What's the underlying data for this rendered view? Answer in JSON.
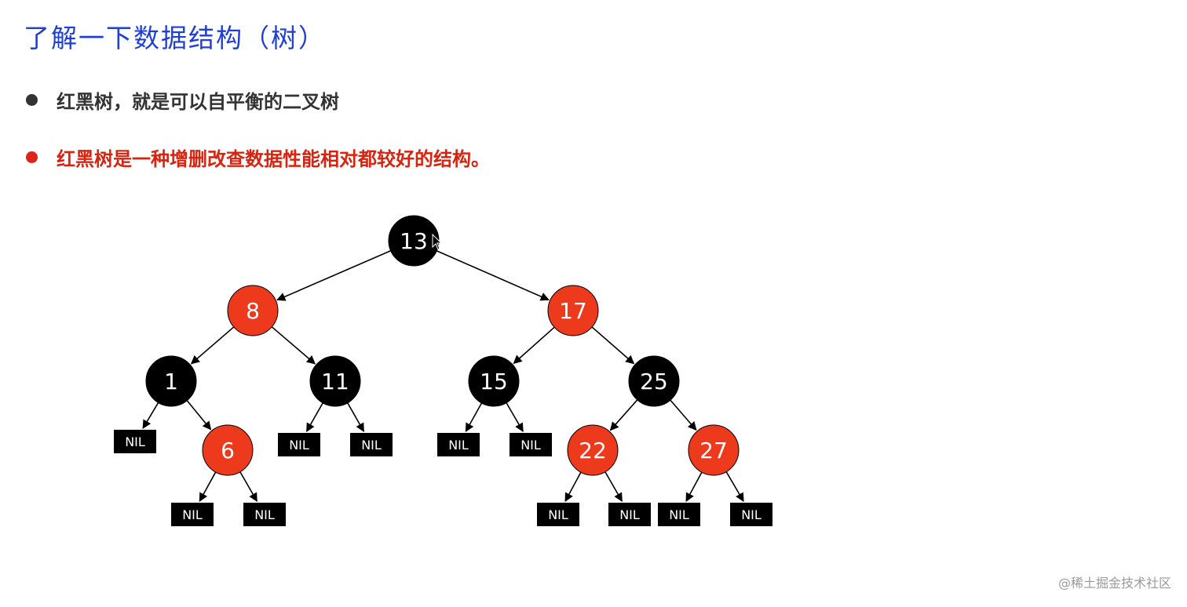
{
  "title": "了解一下数据结构（树）",
  "bullets": [
    {
      "text": "红黑树，就是可以自平衡的二叉树",
      "dot_color": "#333333",
      "text_color": "#333333"
    },
    {
      "text": "红黑树是一种增删改查数据性能相对都较好的结构。",
      "dot_color": "#e2231a",
      "text_color": "#d9230f"
    }
  ],
  "colors": {
    "red_node": "#ee3a1c",
    "black_node": "#000000",
    "nil_box": "#000000",
    "edge": "#000000"
  },
  "tree": {
    "nodes": [
      {
        "id": "n13",
        "label": "13",
        "color": "black"
      },
      {
        "id": "n8",
        "label": "8",
        "color": "red"
      },
      {
        "id": "n17",
        "label": "17",
        "color": "red"
      },
      {
        "id": "n1",
        "label": "1",
        "color": "black"
      },
      {
        "id": "n11",
        "label": "11",
        "color": "black"
      },
      {
        "id": "n15",
        "label": "15",
        "color": "black"
      },
      {
        "id": "n25",
        "label": "25",
        "color": "black"
      },
      {
        "id": "n6",
        "label": "6",
        "color": "red"
      },
      {
        "id": "n22",
        "label": "22",
        "color": "red"
      },
      {
        "id": "n27",
        "label": "27",
        "color": "red"
      }
    ],
    "nil_label": "NIL",
    "nils": [
      "nil1",
      "nil2",
      "nil3",
      "nil4",
      "nil5",
      "nil6",
      "nil7",
      "nil8",
      "nil9",
      "nil10",
      "nil11"
    ],
    "edges": [
      [
        "n13",
        "n8"
      ],
      [
        "n13",
        "n17"
      ],
      [
        "n8",
        "n1"
      ],
      [
        "n8",
        "n11"
      ],
      [
        "n17",
        "n15"
      ],
      [
        "n17",
        "n25"
      ],
      [
        "n1",
        "nil1"
      ],
      [
        "n1",
        "n6"
      ],
      [
        "n11",
        "nil2"
      ],
      [
        "n11",
        "nil3"
      ],
      [
        "n15",
        "nil4"
      ],
      [
        "n15",
        "nil5"
      ],
      [
        "n25",
        "n22"
      ],
      [
        "n25",
        "n27"
      ],
      [
        "n6",
        "nil6"
      ],
      [
        "n6",
        "nil7"
      ],
      [
        "n22",
        "nil8"
      ],
      [
        "n22",
        "nil9"
      ],
      [
        "n27",
        "nil10"
      ],
      [
        "n27",
        "nil11"
      ]
    ]
  },
  "watermark": "@稀土掘金技术社区"
}
